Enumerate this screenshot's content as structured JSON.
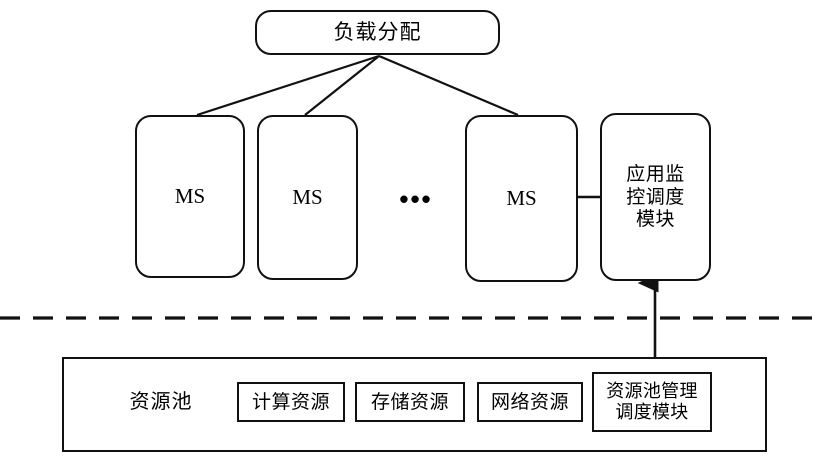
{
  "diagram": {
    "title_top": "负载分配",
    "ellipsis": "•••",
    "application_layer": {
      "service_boxes": [
        {
          "label": "MS"
        },
        {
          "label": "MS"
        },
        {
          "label": "MS"
        }
      ],
      "monitor_module": "应用监\n控调度\n模块"
    },
    "separator": {
      "style": "dashed",
      "color": "#111111"
    },
    "resource_layer": {
      "pool_label": "资源池",
      "resources": [
        {
          "label": "计算资源"
        },
        {
          "label": "存储资源"
        },
        {
          "label": "网络资源"
        }
      ],
      "pool_manager": "资源池管理\n调度模块"
    },
    "colors": {
      "stroke": "#111111",
      "background": "#ffffff",
      "text": "#000000"
    }
  }
}
